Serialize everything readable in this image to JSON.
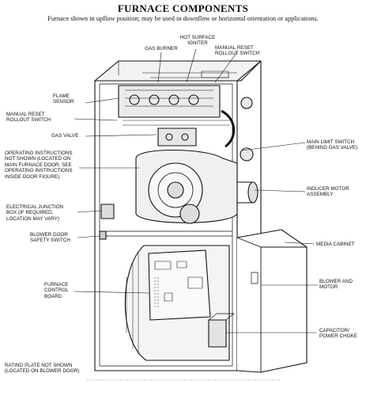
{
  "title": "FURNACE COMPONENTS",
  "subtitle": "Furnace shown in upflow position; may be used in downflow or horizontal orientation or applications.",
  "labels": {
    "gas_burner": "GAS BURNER",
    "hot_surface_igniter": "HOT SURFACE\nIGNITER",
    "manual_reset_rollout_top": "MANUAL RESET\nROLLOUT SWITCH",
    "flame_sensor": "FLAME\nSENSOR",
    "manual_reset_rollout_left": "MANUAL RESET\nROLLOUT SWITCH",
    "gas_valve": "GAS VALVE",
    "main_limit_switch": "MAIN LIMIT SWITCH\n(BEHIND GAS VALVE)",
    "operating_instructions": "OPERATING INSTRUCTIONS\nNOT SHOWN (LOCATED ON\nMAIN FURNACE DOOR, SEE\nOPERATING INSTRUCTIONS\nINSIDE DOOR FIGURE).",
    "inducer_motor_assembly": "INDUCER MOTOR\nASSEMBLY",
    "electrical_junction_box": "ELECTRICAL JUNCTION\nBOX (IF REQUIRED,\nLOCATION MAY VARY)",
    "media_cabinet": "MEDIA CABINET",
    "blower_door_safety_switch": "BLOWER DOOR\nSAFETY SWITCH",
    "furnace_control_board": "FURNACE\nCONTROL\nBOARD",
    "blower_and_motor": "BLOWER AND\nMOTOR",
    "capacitor_power_choke": "CAPACITOR/\nPOWER CHOKE",
    "rating_plate": "RATING PLATE NOT SHOWN\n(LOCATED ON BLOWER DOOR)"
  }
}
